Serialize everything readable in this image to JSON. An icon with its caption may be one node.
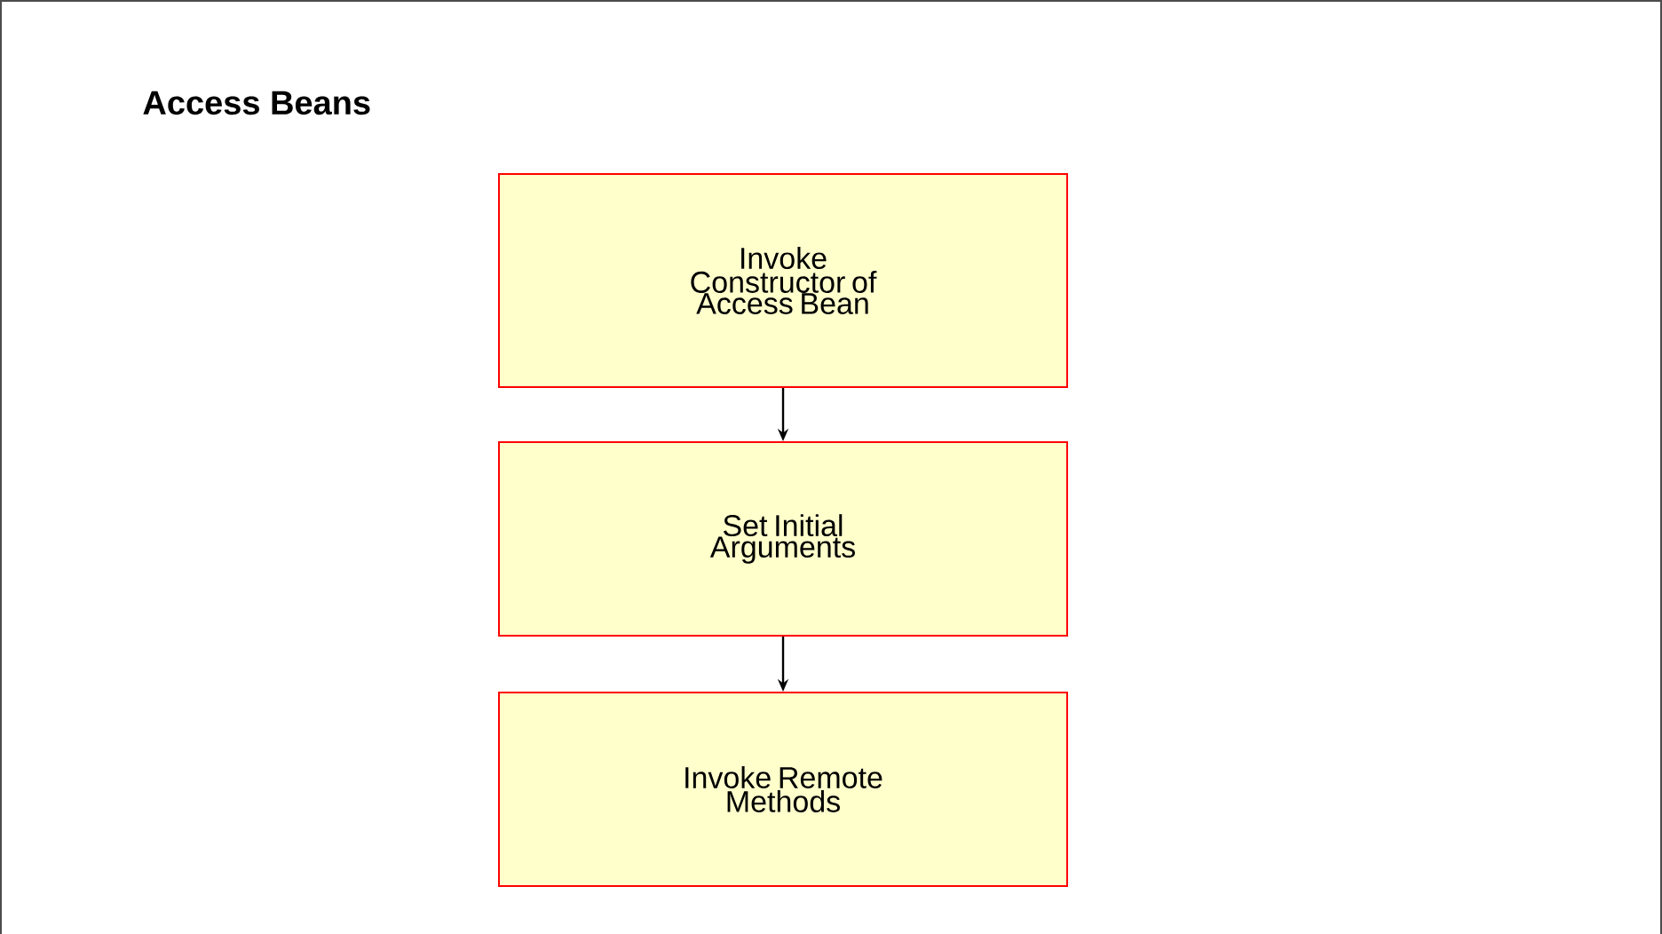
{
  "diagram": {
    "title": "Access Beans",
    "nodes": [
      {
        "text": [
          "Invoke Constructor of Access Bean"
        ]
      },
      {
        "text": [
          "Set Initial Arguments"
        ]
      },
      {
        "text": [
          "Invoke Remote Methods"
        ]
      }
    ],
    "edges": [
      {
        "from": 0,
        "to": 1,
        "arrow": "to"
      },
      {
        "from": 1,
        "to": 2,
        "arrow": "to"
      }
    ]
  }
}
